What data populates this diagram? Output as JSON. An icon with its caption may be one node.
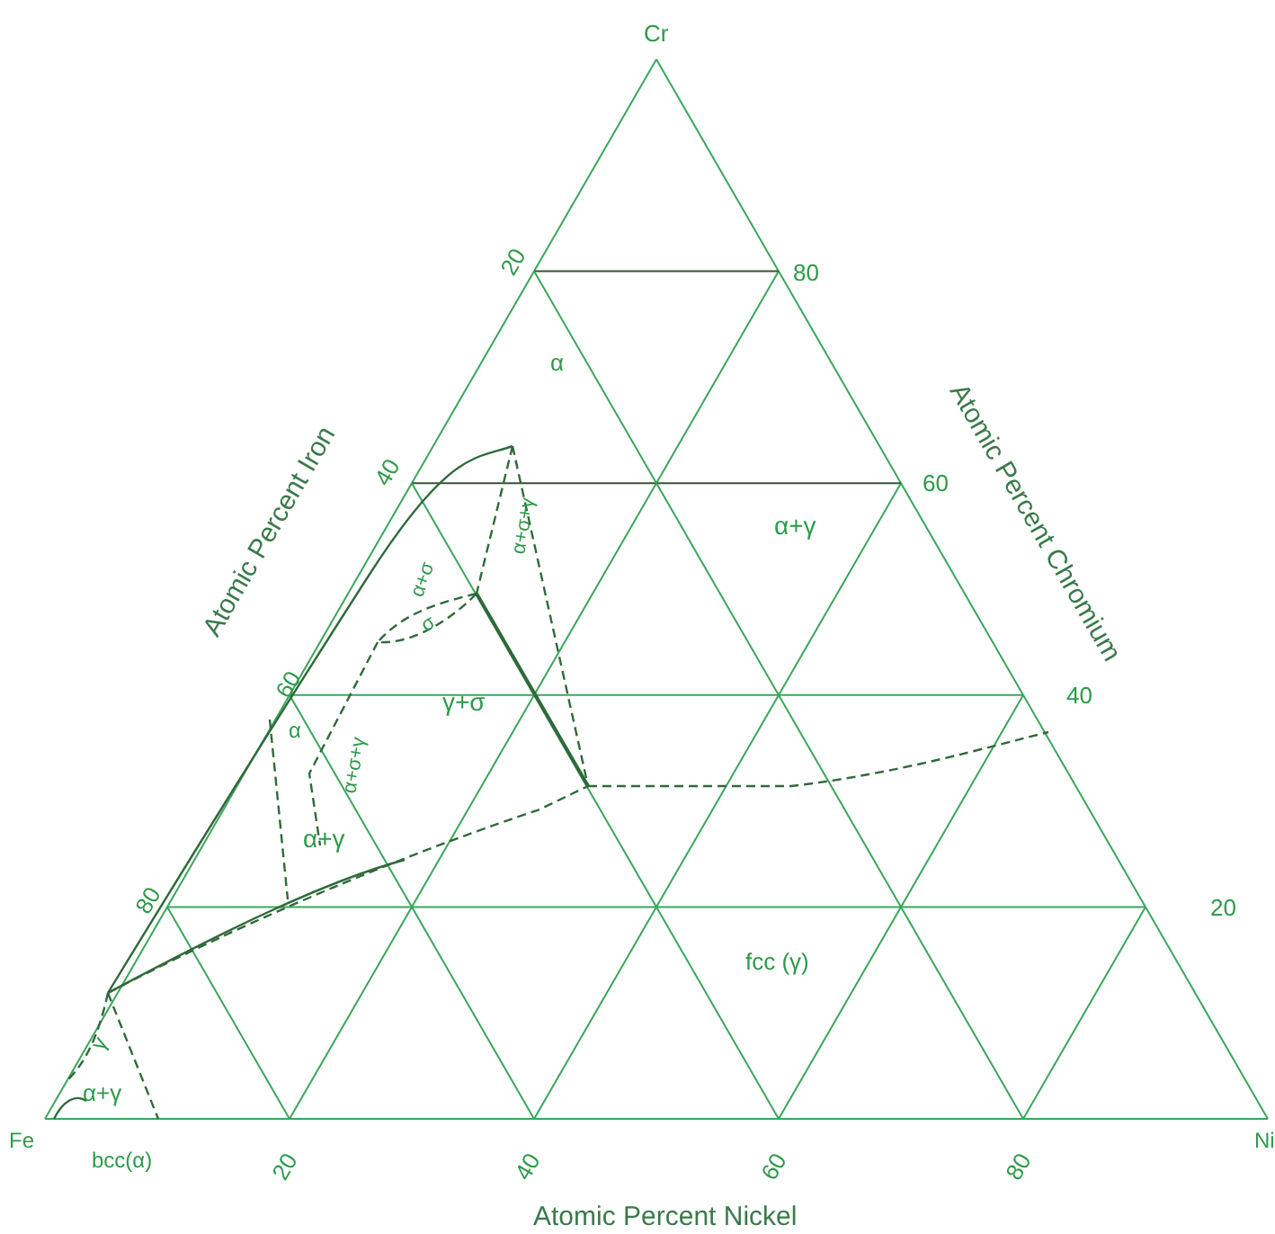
{
  "diagram": {
    "labels": [
      "Cr",
      "20",
      "80",
      "Atomic Percent Iron",
      "Atomic Percent Chromium",
      "α",
      "40",
      "60",
      "α+γ",
      "α+σ",
      "σ",
      "α+σ+γ",
      "60",
      "40",
      "γ+σ",
      "α",
      "α+σ+γ",
      "α+γ",
      "80",
      "20",
      "fcc (γ)",
      "γ",
      "α+γ",
      "Fe",
      "bcc(α)",
      "20",
      "40",
      "60",
      "80",
      "Ni",
      "Atomic Percent Nickel"
    ]
  }
}
